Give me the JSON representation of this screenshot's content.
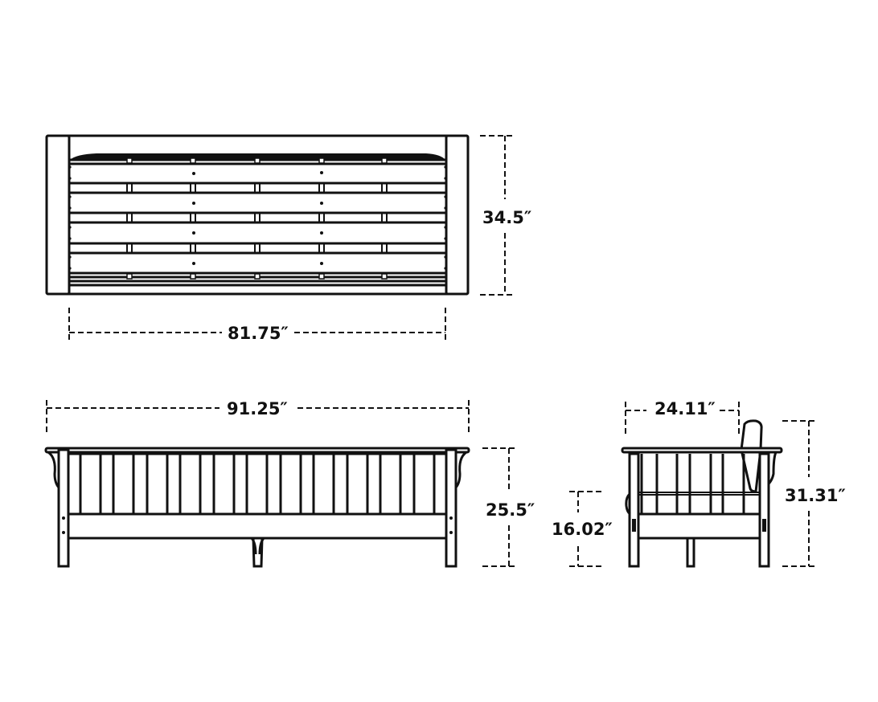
{
  "drawing": {
    "subject": "Sofa dimension drawing",
    "views": [
      {
        "name": "top-view",
        "dimensions": {
          "depth": "34.5″",
          "inner_width": "81.75″"
        }
      },
      {
        "name": "front-view",
        "dimensions": {
          "overall_width": "91.25″",
          "arm_height": "25.5″"
        }
      },
      {
        "name": "side-view",
        "dimensions": {
          "seat_depth": "24.11″",
          "seat_height": "16.02″",
          "overall_height": "31.31″"
        }
      }
    ],
    "colors": {
      "line": "#111111",
      "background": "#ffffff"
    }
  },
  "labels": {
    "top_depth": "34.5″",
    "top_width": "81.75″",
    "front_width": "91.25″",
    "front_height": "25.5″",
    "side_depth": "24.11″",
    "side_seat_height": "16.02″",
    "side_height": "31.31″"
  }
}
